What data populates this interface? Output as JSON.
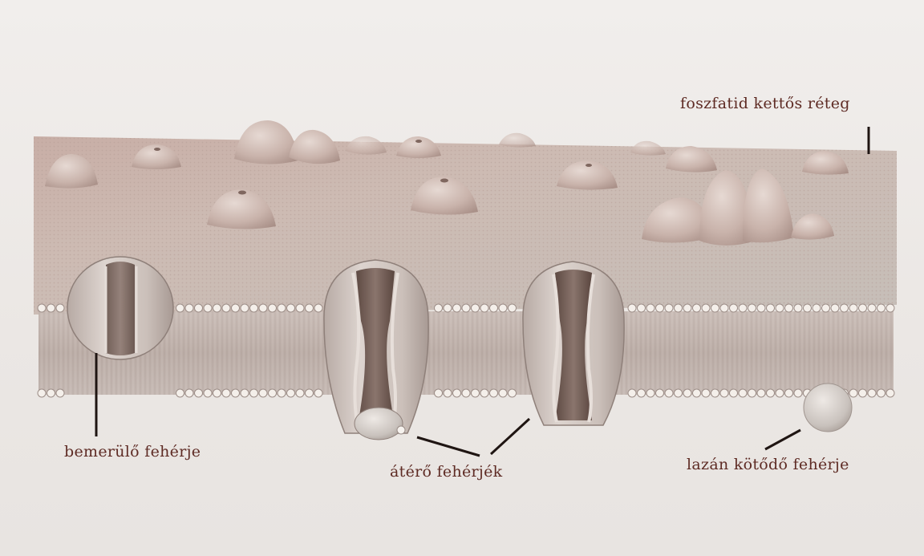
{
  "labels": {
    "bilayer": "foszfatid kettős réteg",
    "embedded_protein": "bemerülő fehérje",
    "transmembrane_proteins": "átérő fehérjék",
    "peripheral_protein": "lazán kötődő fehérje"
  },
  "colors": {
    "label_text": "#5e2b24",
    "leader_line": "#1f1512",
    "membrane_surface": "#c9b8b1",
    "protein": "#cfc6c0",
    "head_groups": "#f4efea"
  },
  "icons": {
    "transmembrane": "channel-protein-shape",
    "embedded": "embedded-protein-shape",
    "peripheral": "peripheral-sphere-shape"
  }
}
